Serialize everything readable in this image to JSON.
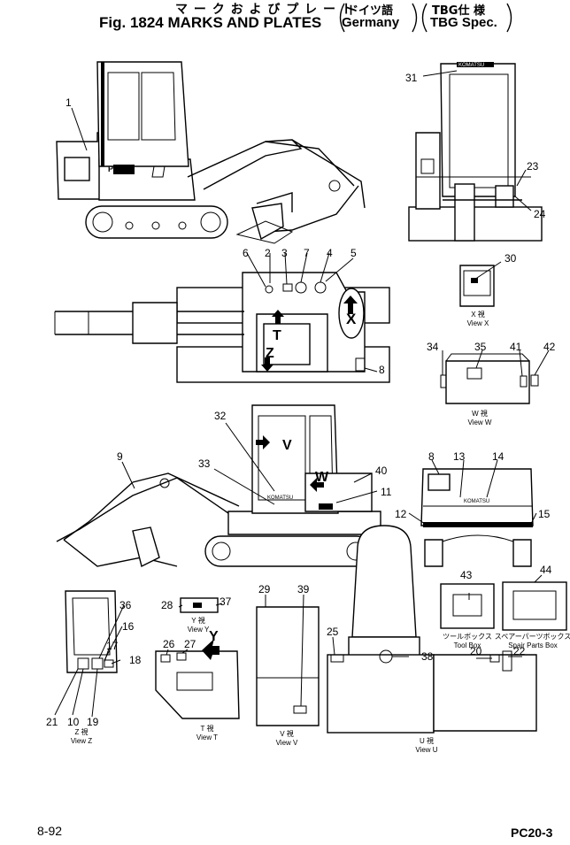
{
  "header": {
    "jp_line": "マ ー ク お よ び プ レ ー ト",
    "fig_line": "Fig. 1824 MARKS AND PLATES",
    "paren1_jp": "ドイツ語",
    "paren1_en": "Germany",
    "paren2_jp": "TBG仕 様",
    "paren2_en": "TBG Spec."
  },
  "footer": {
    "page": "8-92",
    "model": "PC20-3"
  },
  "callouts": {
    "n1": "1",
    "n2": "2",
    "n3": "3",
    "n4": "4",
    "n5": "5",
    "n6": "6",
    "n7": "7",
    "n8": "8",
    "n9": "9",
    "n10": "10",
    "n11": "11",
    "n12": "12",
    "n13": "13",
    "n14": "14",
    "n15": "15",
    "n16": "16",
    "n17": "17",
    "n18": "18",
    "n19": "19",
    "n20": "20",
    "n21": "21",
    "n22": "22",
    "n23": "23",
    "n24": "24",
    "n25": "25",
    "n26": "26",
    "n27": "27",
    "n28": "28",
    "n29": "29",
    "n30": "30",
    "n31": "31",
    "n32": "32",
    "n33": "33",
    "n34": "34",
    "n35": "35",
    "n36": "36",
    "n37": "37",
    "n38": "38",
    "n39": "39",
    "n40": "40",
    "n41": "41",
    "n42": "42",
    "n43": "43",
    "n44": "44"
  },
  "view_letters": {
    "x": "X",
    "t": "T",
    "z": "Z",
    "v": "V",
    "w": "W",
    "y": "Y"
  },
  "view_labels": {
    "x_jp": "X 視",
    "x_en": "View X",
    "w_jp": "W 視",
    "w_en": "View W",
    "y_jp": "Y 視",
    "y_en": "View Y",
    "z_jp": "Z 視",
    "z_en": "View Z",
    "t_jp": "T 視",
    "t_en": "View T",
    "v_jp": "V 視",
    "v_en": "View V",
    "u_jp": "U 視",
    "u_en": "View U"
  },
  "box_labels": {
    "tool_jp": "ツールボックス",
    "tool_en": "Tool Box",
    "spare_jp": "スペアーパーツボックス",
    "spare_en": "Spair Parts Box"
  },
  "decal_text": {
    "komatsu": "KOMATSU",
    "model": "PC20"
  }
}
